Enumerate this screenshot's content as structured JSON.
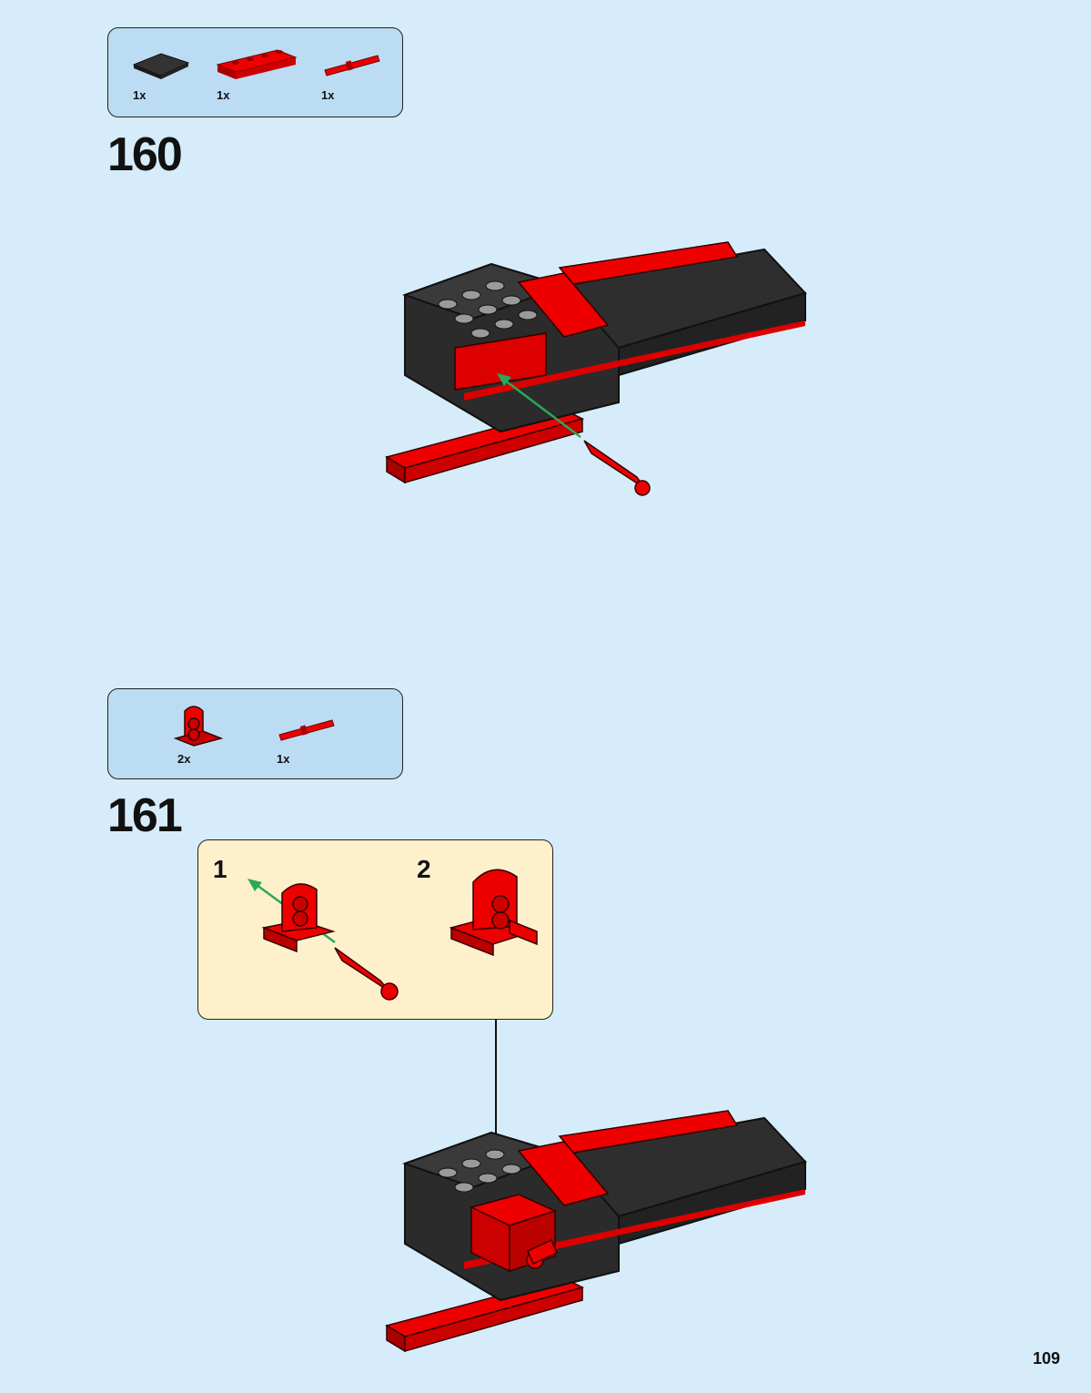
{
  "steps": [
    {
      "number": "160",
      "parts": [
        {
          "name": "black-tile-2x2",
          "qty": "1x"
        },
        {
          "name": "red-plate-1x4",
          "qty": "1x"
        },
        {
          "name": "red-axle-pin",
          "qty": "1x"
        }
      ]
    },
    {
      "number": "161",
      "parts": [
        {
          "name": "red-pin-connector-block",
          "qty": "2x"
        },
        {
          "name": "red-axle-pin",
          "qty": "1x"
        }
      ],
      "substeps": [
        {
          "label": "1"
        },
        {
          "label": "2"
        }
      ]
    }
  ],
  "page_number": "109",
  "colors": {
    "background": "#d6ecfa",
    "parts_box": "#bcdcf4",
    "substep_box": "#fff0cc",
    "brick_red": "#d90000",
    "brick_black": "#2b2b2b",
    "arrow_green": "#2aa85a"
  }
}
